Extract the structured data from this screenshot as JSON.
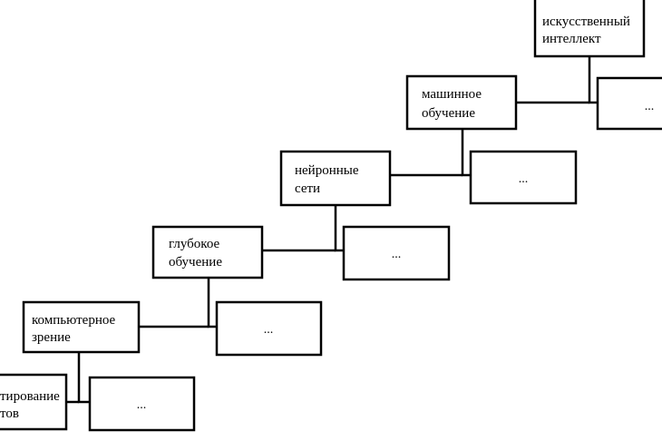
{
  "nodes": [
    {
      "id": "artificial-intelligence",
      "lines": [
        "искусственный",
        "интеллект"
      ]
    },
    {
      "id": "machine-learning",
      "lines": [
        "машинное",
        "обучение"
      ]
    },
    {
      "id": "neural-networks",
      "lines": [
        "нейронные",
        "сети"
      ]
    },
    {
      "id": "deep-learning",
      "lines": [
        "глубокое",
        "обучение"
      ]
    },
    {
      "id": "computer-vision",
      "lines": [
        "компьютерное",
        "зрение"
      ]
    },
    {
      "id": "object-detection",
      "lines": [
        "тирование",
        "тов"
      ]
    }
  ],
  "sibling_label": "..."
}
